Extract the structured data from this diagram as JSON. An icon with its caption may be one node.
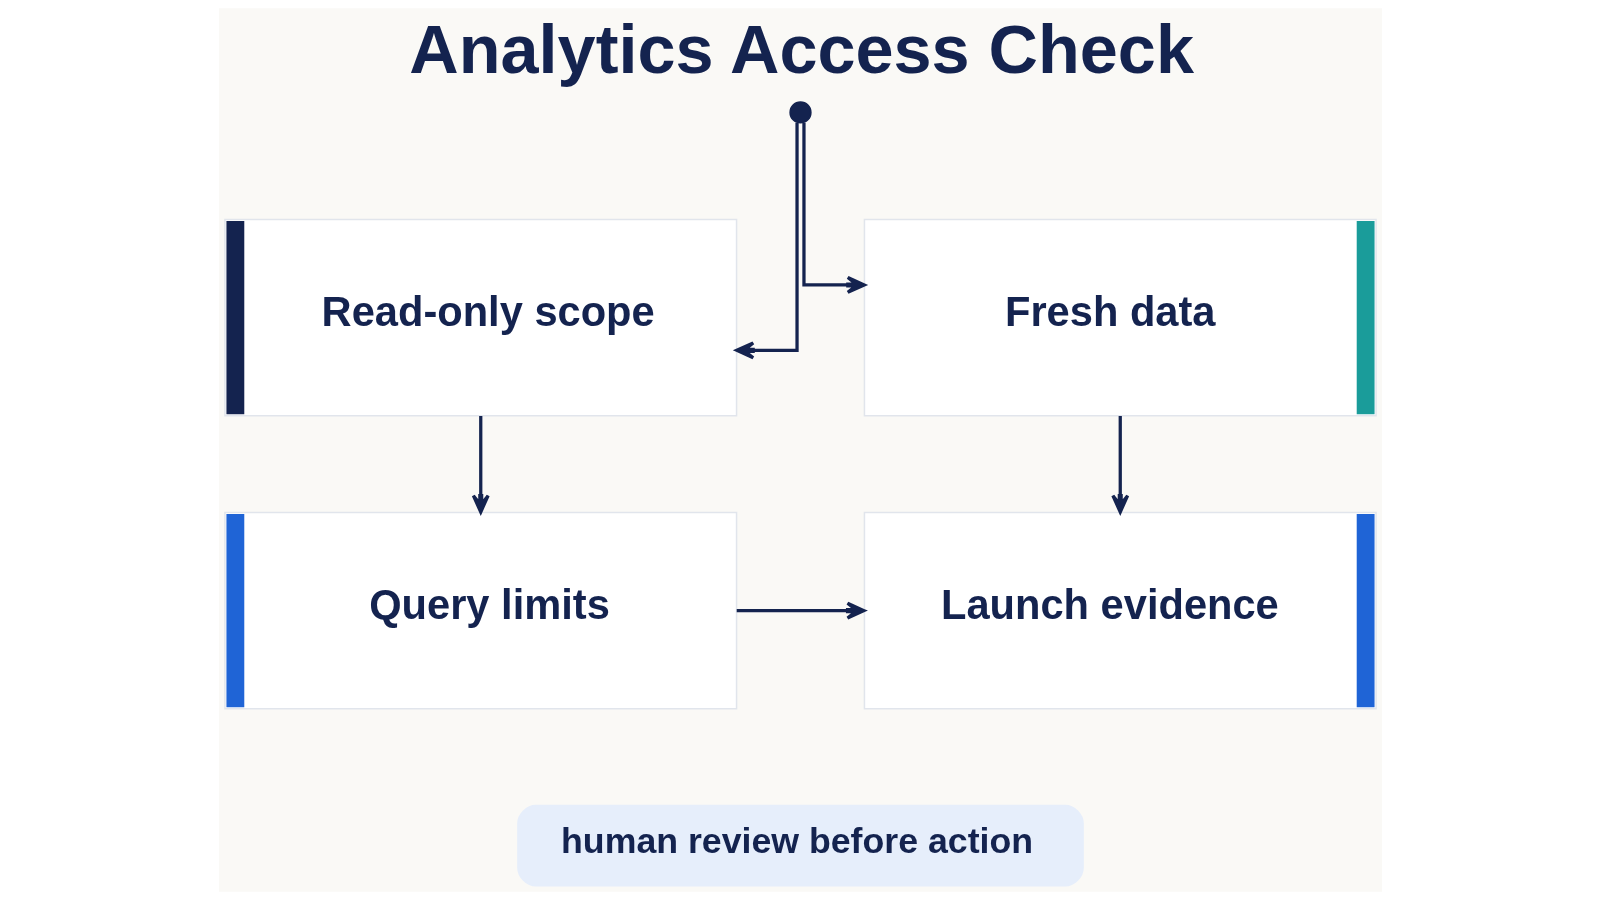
{
  "diagram": {
    "title": "Analytics Access Check",
    "nodes": [
      {
        "text": [],
        "shape": "circle"
      },
      {
        "text": [
          "Read-only scope"
        ]
      },
      {
        "text": [
          "Fresh data"
        ]
      },
      {
        "text": [
          "Query limits"
        ]
      },
      {
        "text": [
          "Launch evidence"
        ]
      },
      {
        "text": [
          "human review before action"
        ]
      }
    ],
    "edges": [
      {
        "from": 0,
        "to": 1,
        "arrow": "to"
      },
      {
        "from": 0,
        "to": 2,
        "arrow": "to"
      },
      {
        "from": 1,
        "to": 3,
        "arrow": "to"
      },
      {
        "from": 2,
        "to": 4,
        "arrow": "to"
      },
      {
        "from": 3,
        "to": 4,
        "arrow": "to"
      }
    ]
  }
}
